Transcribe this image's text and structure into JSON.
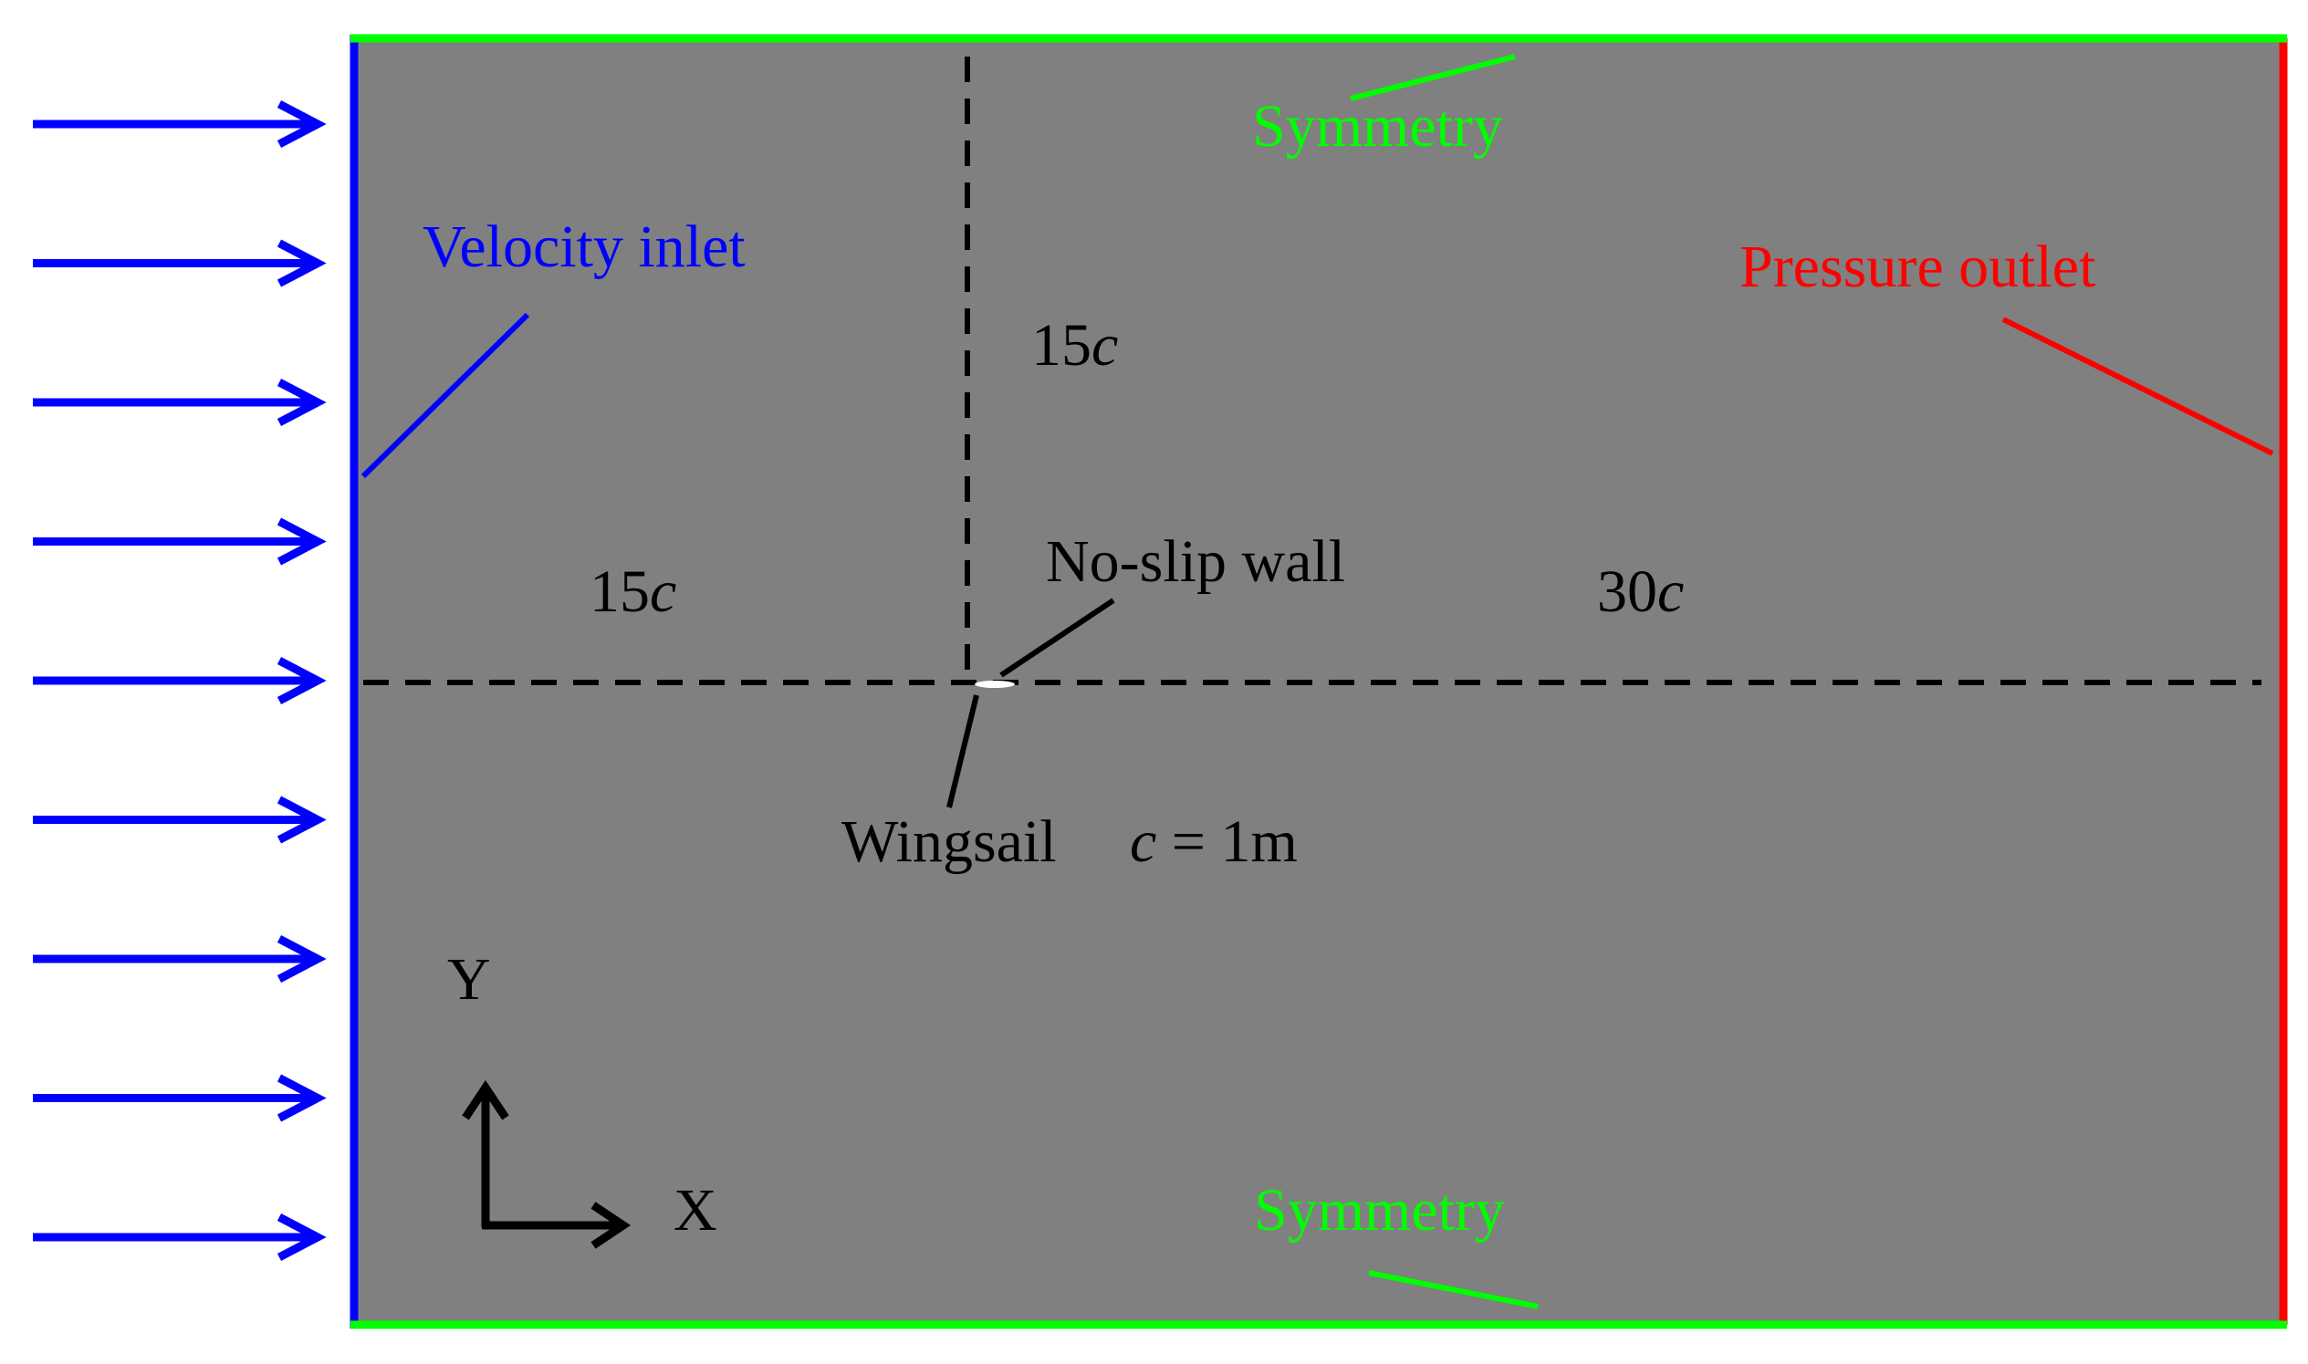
{
  "colors": {
    "domain_fill": "#808080",
    "inlet": "#0000ff",
    "outlet": "#ff0000",
    "symmetry": "#00ff00",
    "ink": "#000000",
    "wingsail": "#ffffff",
    "background": "#ffffff"
  },
  "labels": {
    "velocity_inlet": "Velocity inlet",
    "pressure_outlet": "Pressure outlet",
    "symmetry_top": "Symmetry",
    "symmetry_bottom": "Symmetry",
    "no_slip_wall": "No-slip wall",
    "wingsail": "Wingsail",
    "chord_symbol": "c",
    "chord_value": " = 1m",
    "axis_y": "Y",
    "axis_x": "X"
  },
  "dimensions": {
    "upstream": {
      "value": "15",
      "unit": "c"
    },
    "vertical": {
      "value": "15",
      "unit": "c"
    },
    "downstream": {
      "value": "30",
      "unit": "c"
    }
  },
  "inflow_arrow_count": 9
}
